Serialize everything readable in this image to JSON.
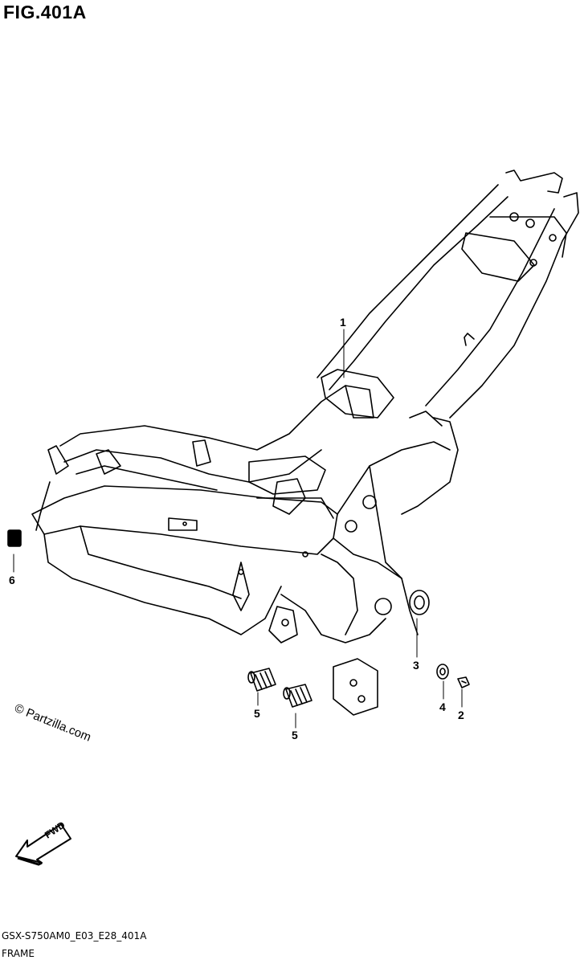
{
  "header": {
    "figure_id": "FIG.401A"
  },
  "callouts": [
    {
      "id": "1",
      "label": "1"
    },
    {
      "id": "2",
      "label": "2"
    },
    {
      "id": "3",
      "label": "3"
    },
    {
      "id": "4",
      "label": "4"
    },
    {
      "id": "5a",
      "label": "5"
    },
    {
      "id": "5b",
      "label": "5"
    },
    {
      "id": "6",
      "label": "6"
    }
  ],
  "watermark": "© Partzilla.com",
  "direction_indicator": {
    "label": "FWD"
  },
  "footer": {
    "code": "GSX-S750AM0_E03_E28_401A",
    "name": "FRAME"
  }
}
